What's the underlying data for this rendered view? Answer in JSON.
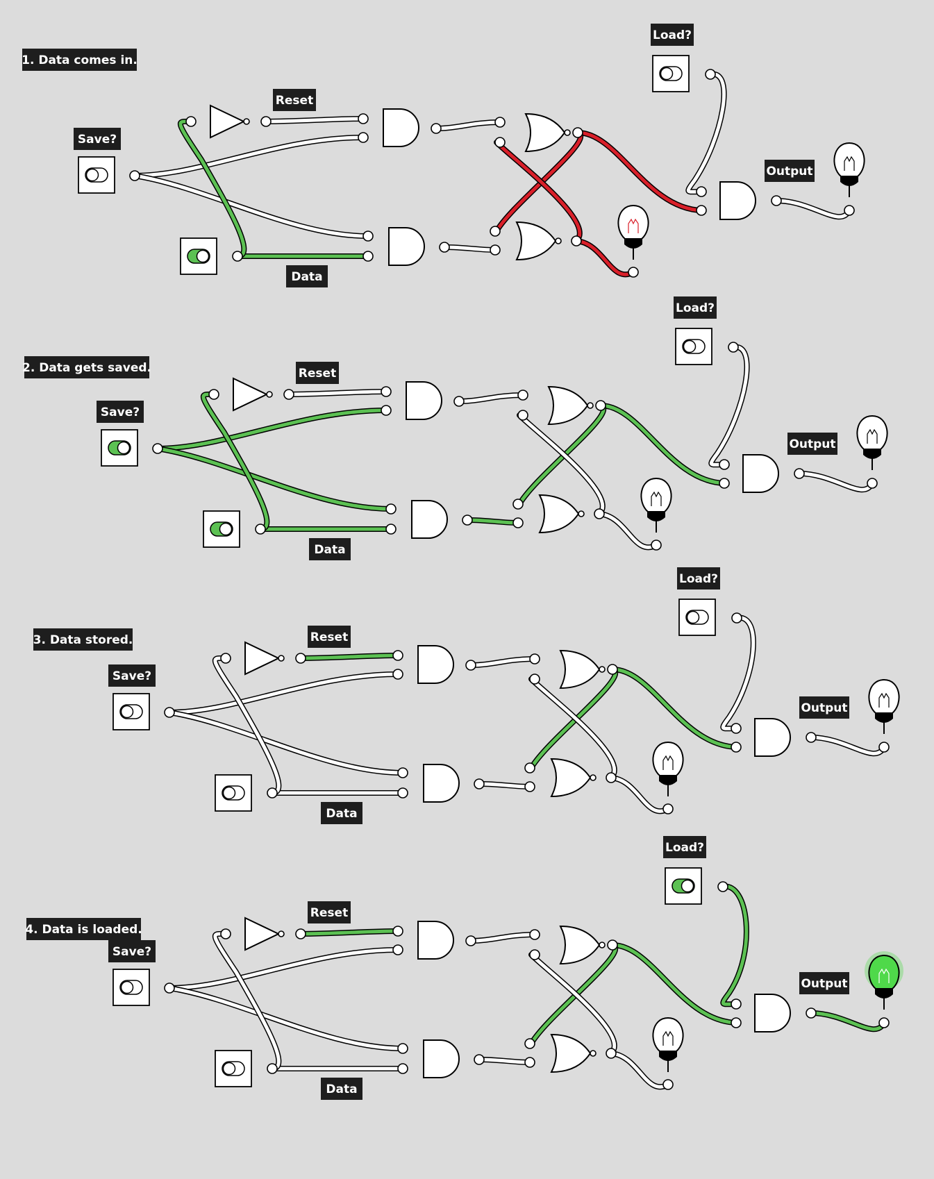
{
  "colors": {
    "background": "#dcdcdc",
    "wire_off": "#ffffff",
    "wire_on": "#5cc153",
    "wire_error": "#d9202a",
    "label_bg": "#1e1e1e",
    "label_text": "#ffffff",
    "bulb_lit": "#4fd94a"
  },
  "labels": {
    "save": "Save?",
    "load": "Load?",
    "reset": "Reset",
    "data": "Data",
    "output": "Output"
  },
  "panels": [
    {
      "title": "1. Data comes in.",
      "save_on": false,
      "data_on": true,
      "load_on": false,
      "wires": {
        "data": "on",
        "save": "off",
        "reset": "off",
        "andTop": "off",
        "andBot": "off",
        "orTopOut": "error",
        "orBotOut": "error",
        "orBotToBulb": "error",
        "load": "off",
        "out": "off"
      },
      "bulb_error": true,
      "bulb_on": false
    },
    {
      "title": "2. Data gets saved.",
      "save_on": true,
      "data_on": true,
      "load_on": false,
      "wires": {
        "data": "on",
        "save": "on",
        "reset": "off",
        "andTop": "off",
        "andBot": "on",
        "orTopOut": "on",
        "orBotOut": "off",
        "orBotToBulb": "off",
        "load": "off",
        "out": "off"
      },
      "bulb_error": false,
      "bulb_on": false
    },
    {
      "title": "3. Data stored.",
      "save_on": false,
      "data_on": false,
      "load_on": false,
      "wires": {
        "data": "off",
        "save": "off",
        "reset": "on",
        "andTop": "off",
        "andBot": "off",
        "orTopOut": "on",
        "orBotOut": "off",
        "orBotToBulb": "off",
        "load": "off",
        "out": "off"
      },
      "bulb_error": false,
      "bulb_on": false
    },
    {
      "title": "4. Data is loaded.",
      "save_on": false,
      "data_on": false,
      "load_on": true,
      "wires": {
        "data": "off",
        "save": "off",
        "reset": "on",
        "andTop": "off",
        "andBot": "off",
        "orTopOut": "on",
        "orBotOut": "off",
        "orBotToBulb": "off",
        "load": "on",
        "out": "on"
      },
      "bulb_error": false,
      "bulb_on": true
    }
  ]
}
